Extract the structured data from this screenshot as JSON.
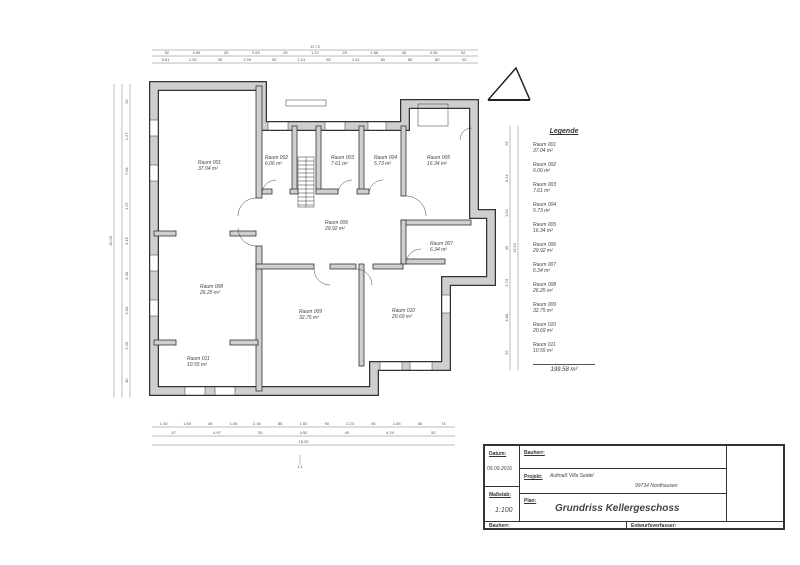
{
  "rooms": [
    {
      "name": "Raum 001",
      "area": "37.04 m²"
    },
    {
      "name": "Raum 002",
      "area": "6.06 m²"
    },
    {
      "name": "Raum 003",
      "area": "7.61 m²"
    },
    {
      "name": "Raum 004",
      "area": "5.73 m²"
    },
    {
      "name": "Raum 005",
      "area": "16.34 m²"
    },
    {
      "name": "Raum 006",
      "area": "29.92 m²"
    },
    {
      "name": "Raum 007",
      "area": "6.34 m²"
    },
    {
      "name": "Raum 008",
      "area": "26.25 m²"
    },
    {
      "name": "Raum 009",
      "area": "32.75 m²"
    },
    {
      "name": "Raum 010",
      "area": "20.69 m²"
    },
    {
      "name": "Raum 011",
      "area": "10.55 m²"
    }
  ],
  "legend": {
    "title": "Legende",
    "total": "199.58 m²"
  },
  "dimensions": {
    "top_total": "12.72",
    "top_chain_1": [
      "52",
      "4.89",
      "25",
      "2.93",
      "25",
      "1.37",
      "25",
      "1.86",
      "45",
      "3.38",
      "52"
    ],
    "top_chain_2": [
      "5.81",
      "1.25",
      "45",
      "1.99",
      "90",
      "1.01",
      "80",
      "1.42",
      "80",
      "80",
      "80",
      "52"
    ],
    "bottom_chain_1": [
      "1.00",
      "1.65",
      "45",
      "1.65",
      "2.16",
      "86",
      "1.60",
      "90",
      "2.23",
      "90",
      "1.65",
      "85",
      "74"
    ],
    "bottom_chain_2": [
      "47",
      "4.97",
      "25",
      "4.50",
      "45",
      "4.24",
      "52"
    ],
    "bottom_total": "15.25",
    "right_total": "13.52",
    "right_chain": [
      "52",
      "8.24",
      "1.02",
      "45",
      "1.74",
      "4.88",
      "52"
    ],
    "left_total": "15.03",
    "left_chain": [
      "52",
      "1.27",
      "7.64",
      "1.27",
      "3.15",
      "5.38",
      "2.94",
      "2.20",
      "45"
    ],
    "section_mark": "1-1"
  },
  "title_block": {
    "datum_label": "Datum:",
    "datum": "09.09.2016",
    "massstab_label": "Maßstab:",
    "massstab": "1:100",
    "bauherr_label": "Bauherr:",
    "projekt_label": "Projekt:",
    "projekt_line1": "Aufmaß Villa Seidel",
    "projekt_line2": "99734 Nordhausen",
    "plan_label": "Plan:",
    "plan": "Grundriss Kellergeschoss",
    "bauherr_bottom_label": "Bauherr:",
    "entwurf_label": "Entwurfsverfasser:"
  }
}
